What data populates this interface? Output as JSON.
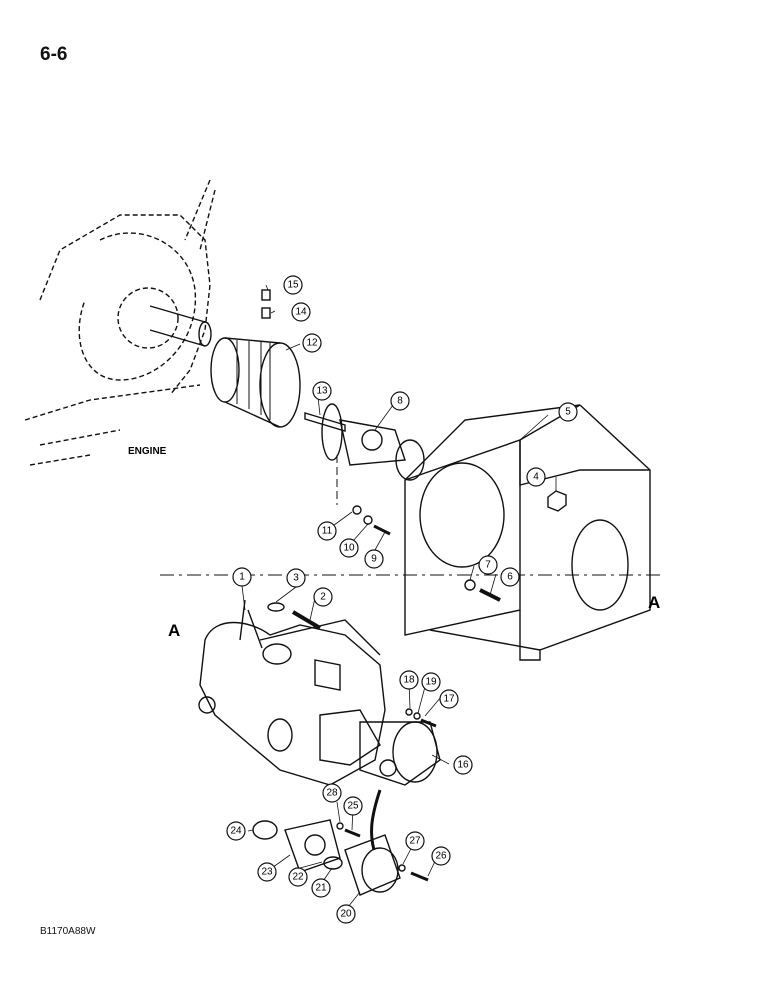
{
  "page_number": "6-6",
  "figure_code": "B1170A88W",
  "labels": {
    "engine": "ENGINE",
    "section_a_left": "A",
    "section_a_right": "A"
  },
  "callouts": [
    "1",
    "2",
    "3",
    "4",
    "5",
    "6",
    "7",
    "8",
    "9",
    "10",
    "11",
    "12",
    "13",
    "14",
    "15",
    "16",
    "17",
    "18",
    "19",
    "20",
    "21",
    "22",
    "23",
    "24",
    "25",
    "26",
    "27",
    "28"
  ]
}
